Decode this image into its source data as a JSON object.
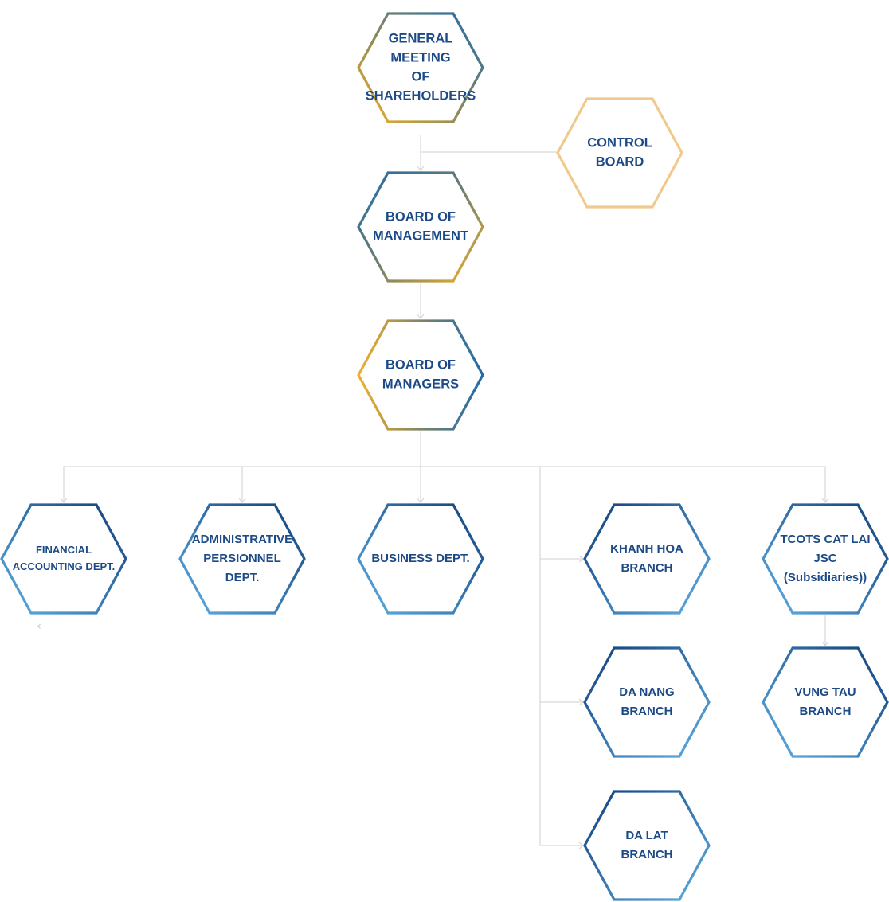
{
  "colors": {
    "label_text": "#1c4a86",
    "connector": "#cfcfcf",
    "gold": "#efb02a",
    "steel": "#2a6aa6",
    "navy": "#123f7a",
    "light_blue": "#5daee4",
    "peach": "#f2c98c"
  },
  "scroll_hint_icon": "chevron-left-icon",
  "scroll_hint_glyph": "‹",
  "nodes": [
    {
      "id": "shareholders",
      "lines": [
        "GENERAL",
        "MEETING",
        "OF",
        "SHAREHOLDERS"
      ],
      "style": "gold-blue"
    },
    {
      "id": "control-board",
      "lines": [
        "CONTROL",
        "BOARD"
      ],
      "style": "peach"
    },
    {
      "id": "board-of-management",
      "lines": [
        "BOARD OF",
        "MANAGEMENT"
      ],
      "style": "blue-gold"
    },
    {
      "id": "board-of-managers",
      "lines": [
        "BOARD OF",
        "MANAGERS"
      ],
      "style": "gold-blue-side"
    },
    {
      "id": "financial-accounting",
      "lines": [
        "FINANCIAL",
        "ACCOUNTING DEPT."
      ],
      "style": "light-navy"
    },
    {
      "id": "administrative-personnel",
      "lines": [
        "ADMINISTRATIVE",
        "PERSIONNEL",
        "DEPT."
      ],
      "style": "light-navy"
    },
    {
      "id": "business",
      "lines": [
        "BUSINESS DEPT."
      ],
      "style": "light-navy"
    },
    {
      "id": "khanh-hoa",
      "lines": [
        "KHANH HOA",
        "BRANCH"
      ],
      "style": "navy-light"
    },
    {
      "id": "tcots-cat-lai",
      "lines": [
        "TCOTS CAT LAI",
        "JSC",
        "(Subsidiaries))"
      ],
      "style": "light-navy"
    },
    {
      "id": "da-nang",
      "lines": [
        "DA NANG",
        "BRANCH"
      ],
      "style": "navy-light"
    },
    {
      "id": "vung-tau",
      "lines": [
        "VUNG TAU",
        "BRANCH"
      ],
      "style": "light-navy"
    },
    {
      "id": "da-lat",
      "lines": [
        "DA LAT",
        "BRANCH"
      ],
      "style": "navy-light"
    }
  ],
  "edges": [
    {
      "from": "shareholders",
      "to": "board-of-management"
    },
    {
      "from": "shareholders",
      "to": "control-board"
    },
    {
      "from": "board-of-management",
      "to": "board-of-managers"
    },
    {
      "from": "board-of-managers",
      "to": "financial-accounting"
    },
    {
      "from": "board-of-managers",
      "to": "administrative-personnel"
    },
    {
      "from": "board-of-managers",
      "to": "business"
    },
    {
      "from": "board-of-managers",
      "to": "khanh-hoa"
    },
    {
      "from": "board-of-managers",
      "to": "da-nang"
    },
    {
      "from": "board-of-managers",
      "to": "da-lat"
    },
    {
      "from": "board-of-managers",
      "to": "tcots-cat-lai"
    },
    {
      "from": "tcots-cat-lai",
      "to": "vung-tau"
    }
  ]
}
